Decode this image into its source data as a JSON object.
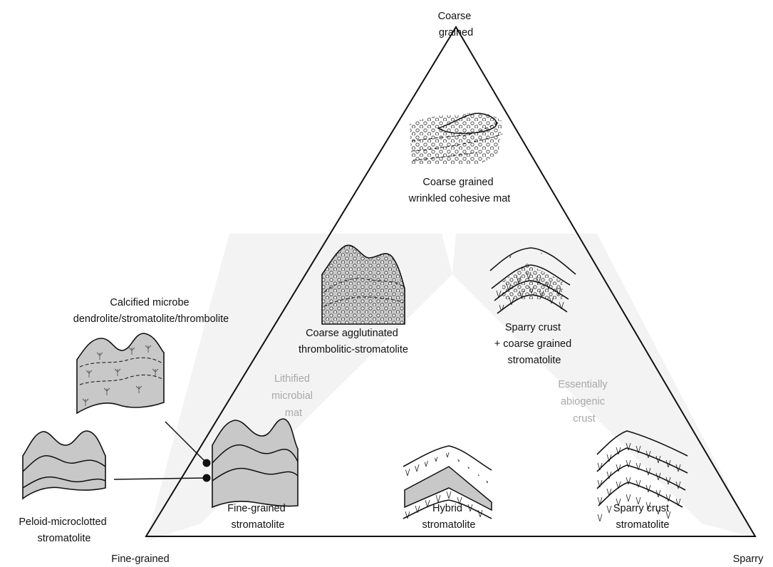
{
  "vertices": {
    "top": [
      "Coarse",
      "grained"
    ],
    "bottom_left": [
      "Fine-grained"
    ],
    "bottom_right": [
      "Sparry"
    ]
  },
  "zones": {
    "left": [
      "Lithified",
      "microbial",
      "mat"
    ],
    "right": [
      "Essentially",
      "abiogenic",
      "crust"
    ]
  },
  "labels": {
    "coarse_mat": [
      "Coarse grained",
      "wrinkled cohesive mat"
    ],
    "agglutinated": [
      "Coarse agglutinated",
      "thrombolitic-stromatolite"
    ],
    "sparry_coarse": [
      "Sparry crust",
      "+ coarse grained",
      "stromatolite"
    ],
    "fine_grained": [
      "Fine-grained",
      "stromatolite"
    ],
    "hybrid": [
      "Hybrid",
      "stromatolite"
    ],
    "sparry_crust": [
      "Sparry crust",
      "stromatolite"
    ],
    "calcified": [
      "Calcified microbe",
      "dendrolite/stromatolite/thrombolite"
    ],
    "peloid": [
      "Peloid-microclotted",
      "stromatolite"
    ]
  },
  "colors": {
    "line": "#111111",
    "fill_gray": "#c8c8c8",
    "zone_shading": "#f3f3f3",
    "zone_text": "#a8a8a8"
  }
}
